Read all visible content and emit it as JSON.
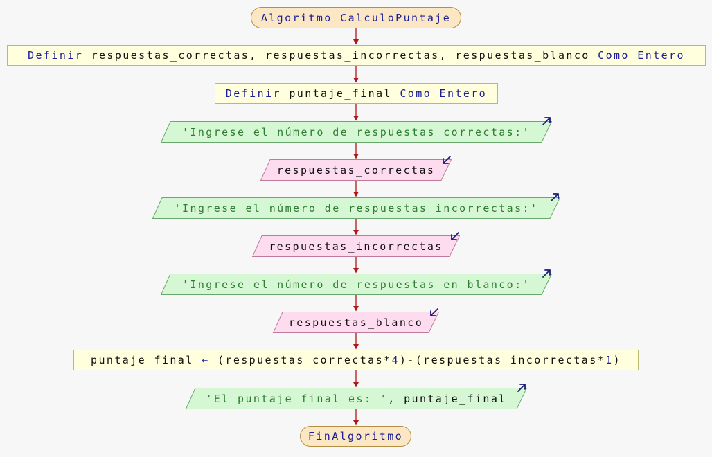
{
  "flowchart": {
    "start": {
      "keyword": "Algoritmo",
      "name": "CalculoPuntaje"
    },
    "define_respuestas": {
      "keyword": "Definir",
      "vars": "respuestas_correctas, respuestas_incorrectas, respuestas_blanco",
      "type": "Como Entero"
    },
    "define_puntaje": {
      "keyword": "Definir",
      "vars": "puntaje_final",
      "type": "Como Entero"
    },
    "prompt_correctas": "'Ingrese el número de respuestas correctas:'",
    "read_correctas": "respuestas_correctas",
    "prompt_incorrectas": "'Ingrese el número de respuestas incorrectas:'",
    "read_incorrectas": "respuestas_incorrectas",
    "prompt_blanco": "'Ingrese el número de respuestas en blanco:'",
    "read_blanco": "respuestas_blanco",
    "assign": {
      "target": "puntaje_final",
      "arrow": "←",
      "p1": "(respuestas_correctas*",
      "n1": "4",
      "p2": ")-(respuestas_incorrectas*",
      "n2": "1",
      "p3": ")"
    },
    "output": {
      "string": "'El puntaje final es: '",
      "rest": ", puntaje_final"
    },
    "end": "FinAlgoritmo"
  },
  "colors": {
    "arrow": "#b01818",
    "keyword": "#1e1e96",
    "string": "#2e7d32",
    "terminal_fill": "#fbe7c4",
    "process_fill": "#ffffde",
    "output_fill": "#d6f7d3",
    "input_fill": "#fcdcee"
  },
  "icons": {
    "output": "arrow-out-icon",
    "input": "arrow-in-icon"
  }
}
